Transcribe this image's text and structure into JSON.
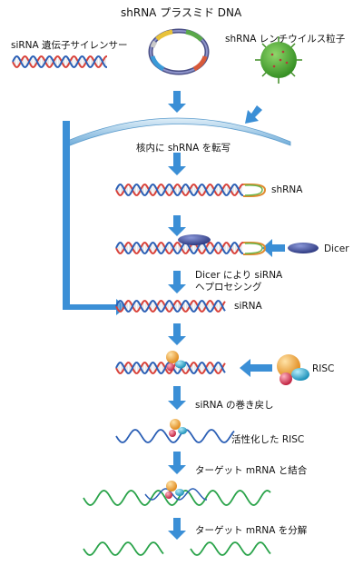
{
  "title": "shRNA プラスミド DNA",
  "top_left_label": "siRNA 遺伝子サイレンサー",
  "top_right_label": "shRNA レンチウイルス粒子",
  "step_transcription": "核内に shRNA を転写",
  "label_shrna": "shRNA",
  "label_dicer": "Dicer",
  "step_dicer": [
    "Dicer により siRNA",
    "ヘプロセシング"
  ],
  "label_sirna": "siRNA",
  "label_risc": "RISC",
  "step_unwind": "siRNA の巻き戻し",
  "label_active_risc": "活性化した RISC",
  "step_bind": "ターゲット mRNA と結合",
  "step_cleave": "ターゲット mRNA を分解",
  "colors": {
    "arrow": "#3b8fd6",
    "strand_red": "#d9423a",
    "strand_blue": "#2b5fb5",
    "mrna_green": "#2aa34a",
    "hairpin_orange": "#e0892c",
    "hairpin_green": "#69b54a",
    "dicer": "#2e3f8f",
    "virus": "#4caa2e",
    "risc_orange": "#f2a93b",
    "risc_blue": "#37b7d8",
    "risc_red": "#e03c5a"
  }
}
